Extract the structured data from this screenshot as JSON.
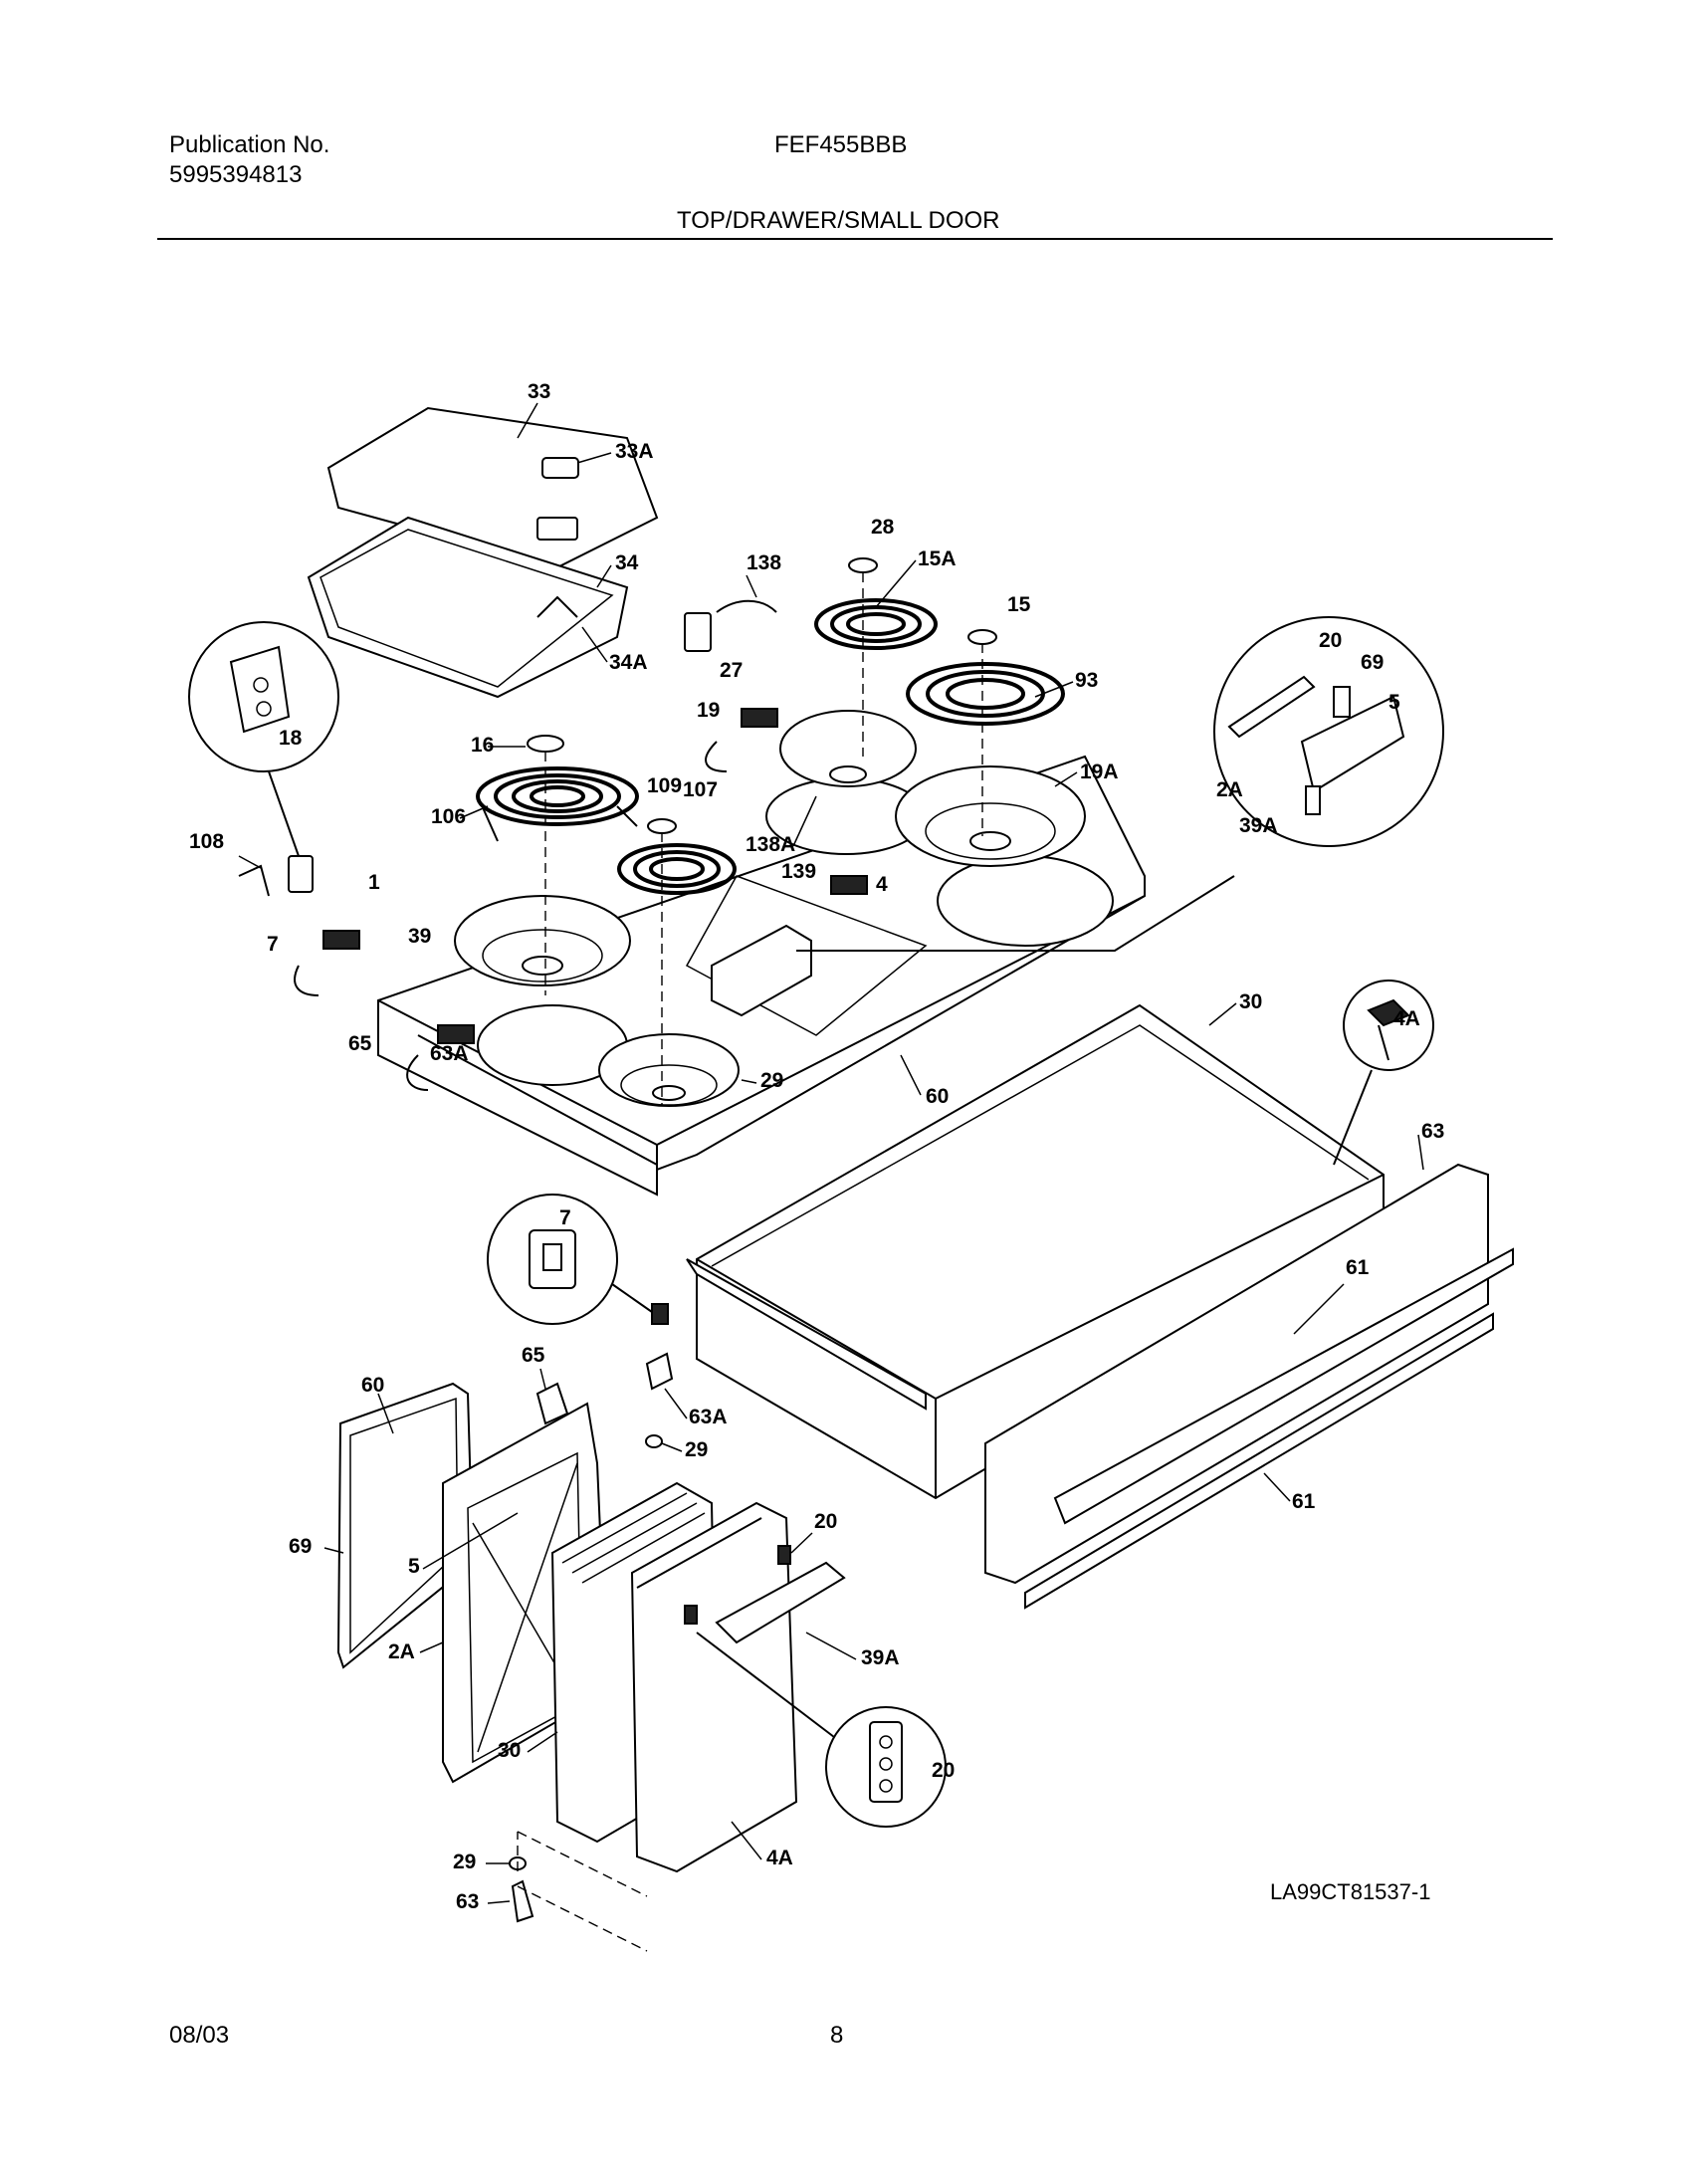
{
  "header": {
    "publication_label": "Publication No.",
    "publication_number": "5995394813",
    "model": "FEF455BBB",
    "section_title": "TOP/DRAWER/SMALL DOOR"
  },
  "diagram": {
    "reference_code": "LA99CT81537-1",
    "callouts": [
      "33",
      "33A",
      "34",
      "34A",
      "18",
      "138",
      "28",
      "15A",
      "15",
      "93",
      "27",
      "19",
      "19A",
      "138A",
      "16",
      "106",
      "109",
      "107",
      "108",
      "1",
      "139",
      "4",
      "39",
      "7",
      "65",
      "63A",
      "29",
      "60",
      "20",
      "69",
      "5",
      "2A",
      "39A",
      "30",
      "4A",
      "63",
      "61"
    ]
  },
  "footer": {
    "date": "08/03",
    "page_number": "8"
  }
}
